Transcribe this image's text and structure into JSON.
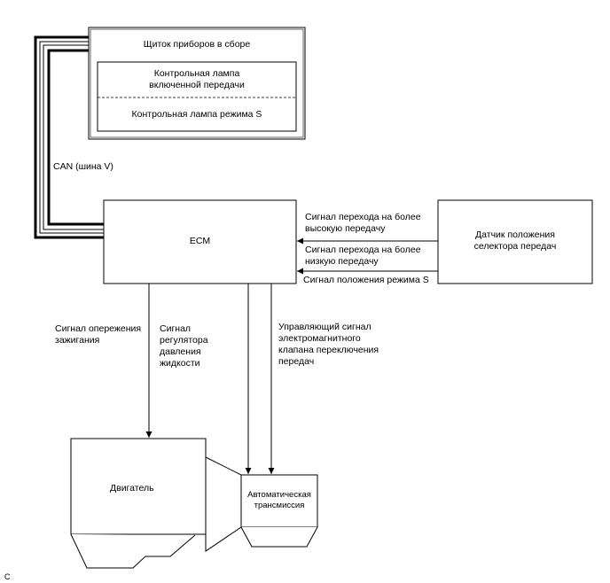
{
  "cluster": {
    "title": "Щиток приборов в сборе",
    "lamp_gear": "Контрольная лампа\nвключенной передачи",
    "lamp_s_mode": "Контрольная лампа режима S"
  },
  "can_label": "CAN (шина V)",
  "ecm_label": "ECM",
  "sensor_label": "Датчик положения\nселектора передач",
  "signals": {
    "upshift": "Сигнал перехода на более\nвысокую передачу",
    "downshift": "Сигнал перехода на более\nнизкую передачу",
    "s_mode": "Сигнал положения режима S",
    "ignition_timing": "Сигнал опережения\nзажигания",
    "fluid_pressure": "Сигнал\nрегулятора\nдавления\nжидкости",
    "solenoid": "Управляющий сигнал\nэлектромагнитного\nклапана переключения\nпередач"
  },
  "engine_label": "Двигатель",
  "transmission_label": "Автоматическая\nтрансмиссия",
  "corner_mark": "C"
}
